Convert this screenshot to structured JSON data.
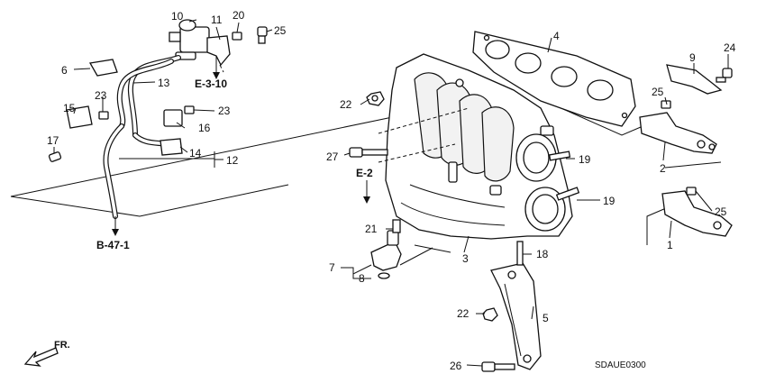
{
  "callouts": {
    "c1": "1",
    "c2": "2",
    "c3": "3",
    "c4": "4",
    "c5": "5",
    "c6": "6",
    "c7": "7",
    "c8": "8",
    "c9": "9",
    "c10": "10",
    "c11": "11",
    "c12": "12",
    "c13": "13",
    "c14": "14",
    "c15": "15",
    "c16": "16",
    "c17": "17",
    "c18": "18",
    "c19a": "19",
    "c19b": "19",
    "c20": "20",
    "c21": "21",
    "c22a": "22",
    "c22b": "22",
    "c23a": "23",
    "c23b": "23",
    "c24": "24",
    "c25a": "25",
    "c25b": "25",
    "c25c": "25",
    "c26": "26",
    "c27": "27"
  },
  "references": {
    "e310": "E-3-10",
    "e2": "E-2",
    "b471": "B-47-1"
  },
  "front_marker": "FR.",
  "diagram_code": "SDAUE0300"
}
